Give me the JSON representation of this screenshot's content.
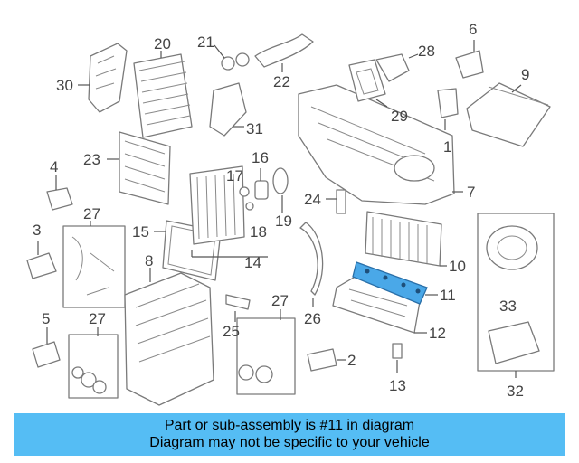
{
  "diagram": {
    "highlight_color": "#4aa8e8",
    "callouts": [
      "1",
      "2",
      "3",
      "4",
      "5",
      "6",
      "7",
      "8",
      "9",
      "10",
      "11",
      "12",
      "13",
      "14",
      "15",
      "16",
      "17",
      "18",
      "19",
      "20",
      "21",
      "22",
      "23",
      "24",
      "25",
      "26",
      "27",
      "27",
      "27",
      "28",
      "29",
      "30",
      "31",
      "32",
      "33"
    ]
  },
  "banner": {
    "line1": "Part or sub-assembly is #11 in diagram",
    "line2": "Diagram may not be specific to your vehicle",
    "color": "#55bdf4"
  }
}
